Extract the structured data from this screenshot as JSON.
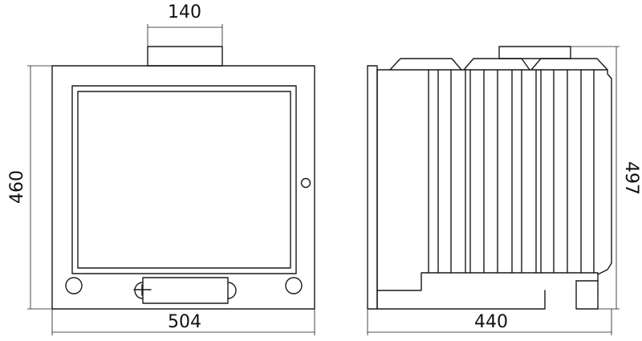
{
  "dimensions": {
    "chimney_width": "140",
    "front_height": "460",
    "front_width": "504",
    "side_depth": "440",
    "side_height": "497"
  },
  "colors": {
    "line": "#1a1a1a",
    "background": "#ffffff"
  }
}
